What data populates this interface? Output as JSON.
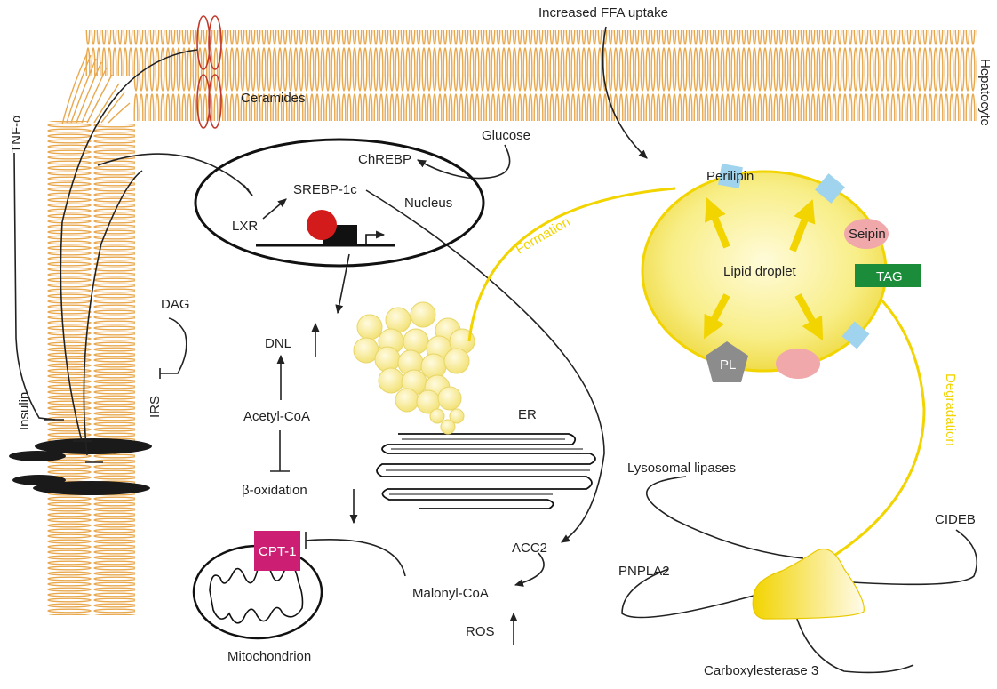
{
  "labels": {
    "ffa_uptake": "Increased FFA uptake",
    "hepatocyte": "Hepatocyte",
    "ceramides": "Ceramides",
    "tnf_alpha": "TNF-α",
    "glucose": "Glucose",
    "chrebp": "ChREBP",
    "srebp1c": "SREBP-1c",
    "lxr": "LXR",
    "nucleus": "Nucleus",
    "dag": "DAG",
    "irs": "IRS",
    "insulin": "Insulin",
    "dnl": "DNL",
    "acetyl_coa": "Acetyl-CoA",
    "beta_oxidation": "β-oxidation",
    "cpt1": "CPT-1",
    "mitochondrion": "Mitochondrion",
    "malonyl_coa": "Malonyl-CoA",
    "acc2": "ACC2",
    "ros": "ROS",
    "er": "ER",
    "formation": "Formation",
    "perilipin": "Perilipin",
    "seipin": "Seipin",
    "tag": "TAG",
    "lipid_droplet": "Lipid droplet",
    "pl": "PL",
    "degradation": "Degradation",
    "lysosomal_lipases": "Lysosomal lipases",
    "pnpla2": "PNPLA2",
    "cideb": "CIDEB",
    "carboxylesterase3": "Carboxylesterase 3"
  },
  "colors": {
    "membrane": "#e8a84e",
    "channel": "#c0392b",
    "yellow_path": "#f2d400",
    "droplet": "#f7ec7a",
    "perilipin": "#9fd3ee",
    "seipin": "#f0a8ab",
    "tag": "#1a8c3a",
    "pl": "#8c8c8c",
    "cpt1": "#cc1f74",
    "promoter": "#d41b1b"
  }
}
